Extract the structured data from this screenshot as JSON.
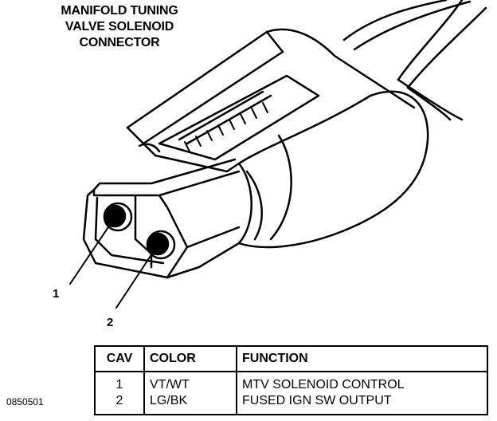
{
  "title": [
    "MANIFOLD TUNING",
    "VALVE SOLENOID",
    "CONNECTOR"
  ],
  "callouts": [
    "1",
    "2"
  ],
  "figure_id": "0850501",
  "table": {
    "headers": [
      "CAV",
      "COLOR",
      "FUNCTION"
    ],
    "rows": [
      [
        "1",
        "VT/WT",
        "MTV SOLENOID CONTROL"
      ],
      [
        "2",
        "LG/BK",
        "FUSED IGN SW OUTPUT"
      ]
    ]
  }
}
